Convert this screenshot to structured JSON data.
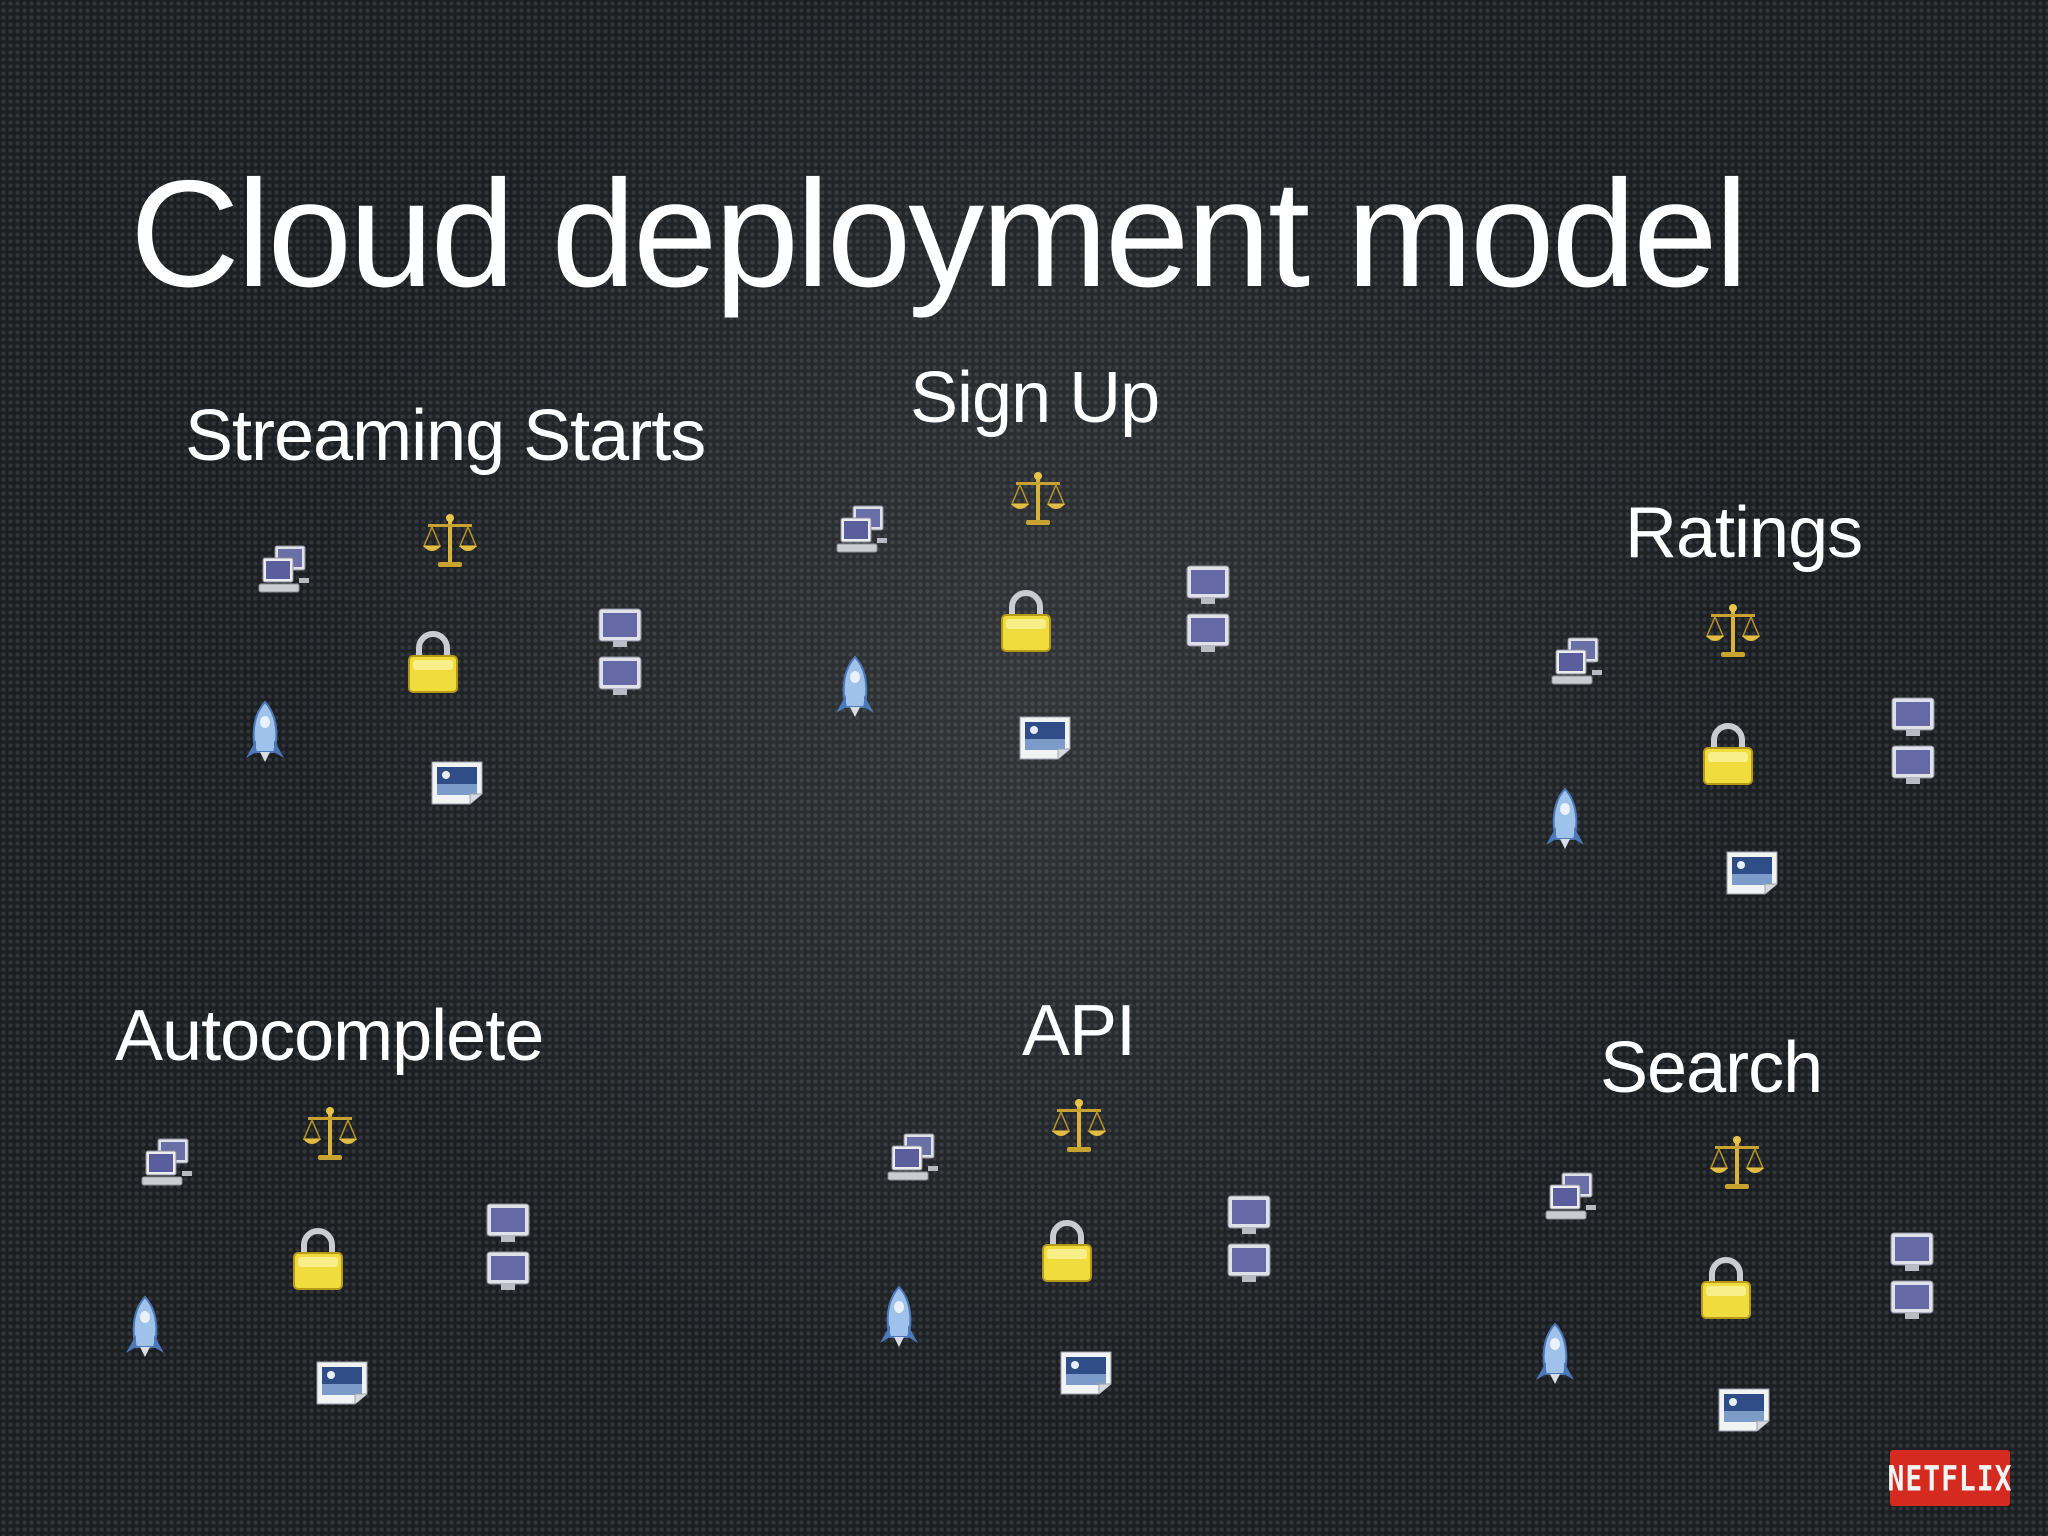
{
  "title": "Cloud deployment model",
  "clusters": [
    {
      "name": "Streaming Starts"
    },
    {
      "name": "Sign Up"
    },
    {
      "name": "Ratings"
    },
    {
      "name": "Autocomplete"
    },
    {
      "name": "API"
    },
    {
      "name": "Search"
    }
  ],
  "icons_per_cluster": [
    "workstations-icon",
    "scales-icon",
    "padlock-icon",
    "stacked-monitors-icon",
    "rocket-icon",
    "picture-icon"
  ],
  "logo": {
    "text": "NETFLIX",
    "color": "#d42a20"
  }
}
